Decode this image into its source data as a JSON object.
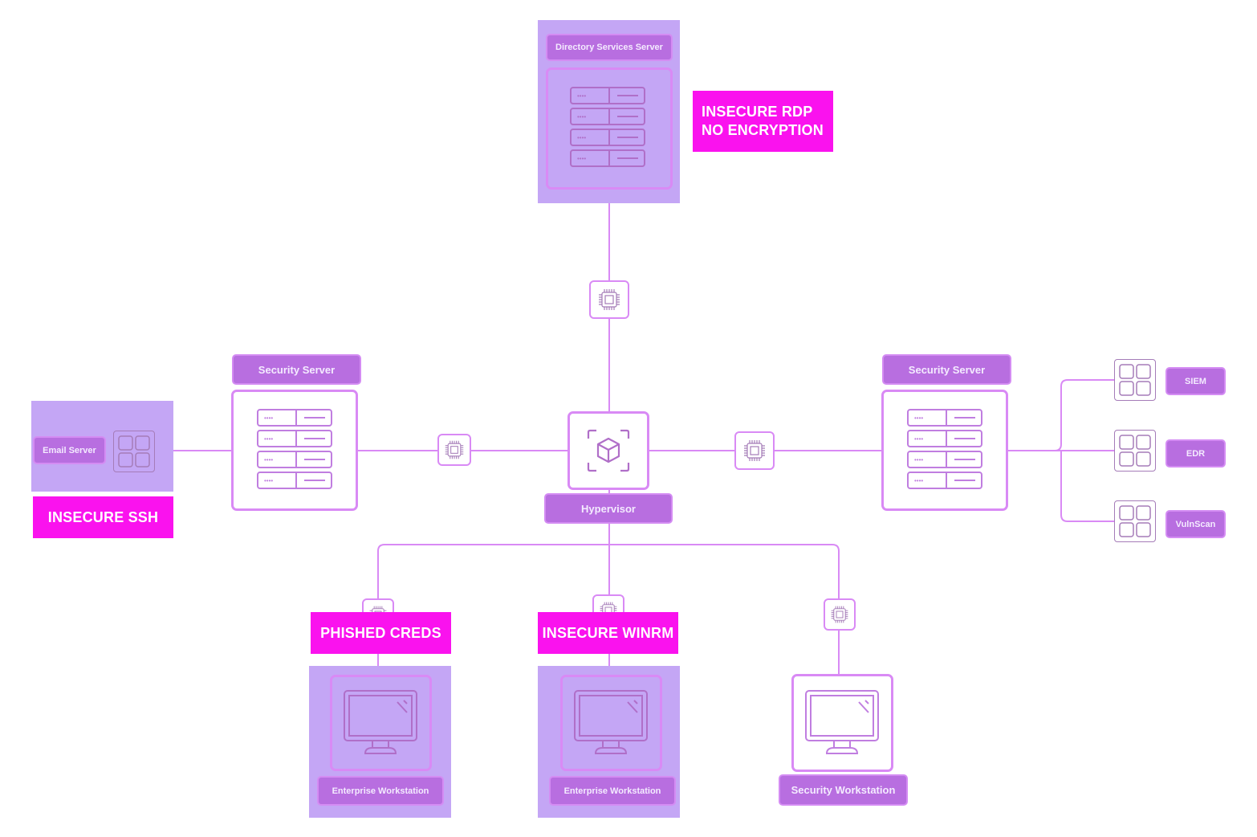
{
  "diagram": {
    "title": "Network Topology",
    "colors": {
      "wire": "#d98af5",
      "label_bg": "#b86ee0",
      "label_text": "#f4ebff",
      "highlight_bg": "#c4a6f5",
      "alert_bg": "#fa12ee",
      "alert_text": "#ffffff",
      "icon_stroke": "#b06fc8"
    },
    "nodes": {
      "directory_server": {
        "label": "Directory Services Server",
        "icon": "server-rack-icon",
        "highlighted": true
      },
      "hypervisor": {
        "label": "Hypervisor",
        "icon": "cube-scan-icon"
      },
      "security_server_left": {
        "label": "Security Server",
        "icon": "server-rack-icon"
      },
      "security_server_right": {
        "label": "Security Server",
        "icon": "server-rack-icon"
      },
      "email_server": {
        "label": "Email Server",
        "icon": "app-grid-icon",
        "highlighted": true
      },
      "siem": {
        "label": "SIEM",
        "icon": "app-grid-icon"
      },
      "edr": {
        "label": "EDR",
        "icon": "app-grid-icon"
      },
      "vulnscan": {
        "label": "VulnScan",
        "icon": "app-grid-icon"
      },
      "workstation_1": {
        "label": "Enterprise Workstation",
        "icon": "monitor-icon",
        "highlighted": true
      },
      "workstation_2": {
        "label": "Enterprise Workstation",
        "icon": "monitor-icon",
        "highlighted": true
      },
      "security_workstation": {
        "label": "Security Workstation",
        "icon": "monitor-icon"
      }
    },
    "alerts": {
      "rdp": {
        "line1": "INSECURE RDP",
        "line2": "NO ENCRYPTION"
      },
      "ssh": {
        "line1": "INSECURE SSH"
      },
      "phished": {
        "line1": "PHISHED CREDS"
      },
      "winrm": {
        "line1": "INSECURE WINRM"
      }
    },
    "rack": {
      "dots": "••••"
    }
  }
}
